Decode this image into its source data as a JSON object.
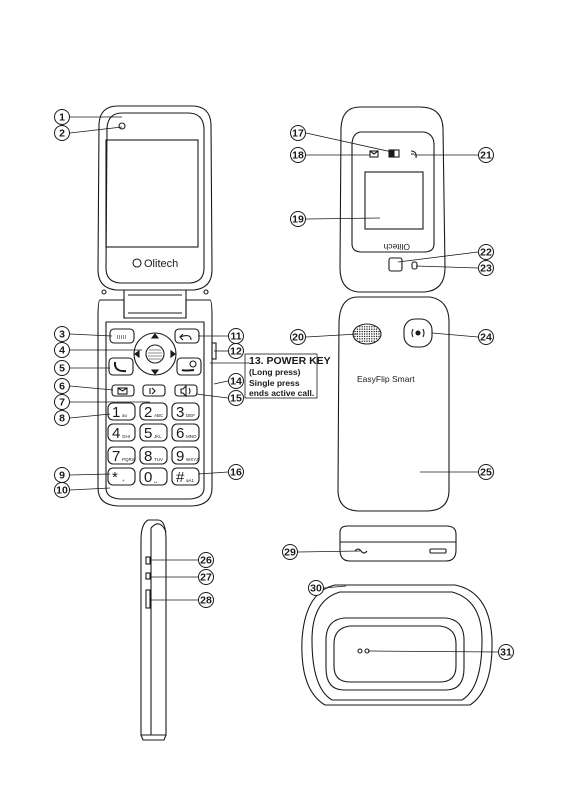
{
  "brand": "Olitech",
  "model_name": "EasyFlip Smart",
  "power_key_note": {
    "title": "13. POWER KEY",
    "lines": [
      "(Long press)",
      "Single press",
      "ends active call."
    ]
  },
  "keypad": [
    {
      "main": "1",
      "sub": "ao"
    },
    {
      "main": "2",
      "sub": "ABC"
    },
    {
      "main": "3",
      "sub": "DEF"
    },
    {
      "main": "4",
      "sub": "GHI"
    },
    {
      "main": "5",
      "sub": "JKL"
    },
    {
      "main": "6",
      "sub": "MNO"
    },
    {
      "main": "7",
      "sub": "PQRS"
    },
    {
      "main": "8",
      "sub": "TUV"
    },
    {
      "main": "9",
      "sub": "WXYZ"
    },
    {
      "main": "*",
      "sub": "+"
    },
    {
      "main": "0",
      "sub": "␣"
    },
    {
      "main": "#",
      "sub": "aA1"
    }
  ],
  "callouts": [
    "1",
    "2",
    "3",
    "4",
    "5",
    "6",
    "7",
    "8",
    "9",
    "10",
    "11",
    "12",
    "14",
    "15",
    "16",
    "17",
    "18",
    "19",
    "20",
    "21",
    "22",
    "23",
    "24",
    "25",
    "26",
    "27",
    "28",
    "29",
    "30",
    "31"
  ],
  "colors": {
    "line": "#1a1a1a",
    "paper": "#ffffff"
  }
}
